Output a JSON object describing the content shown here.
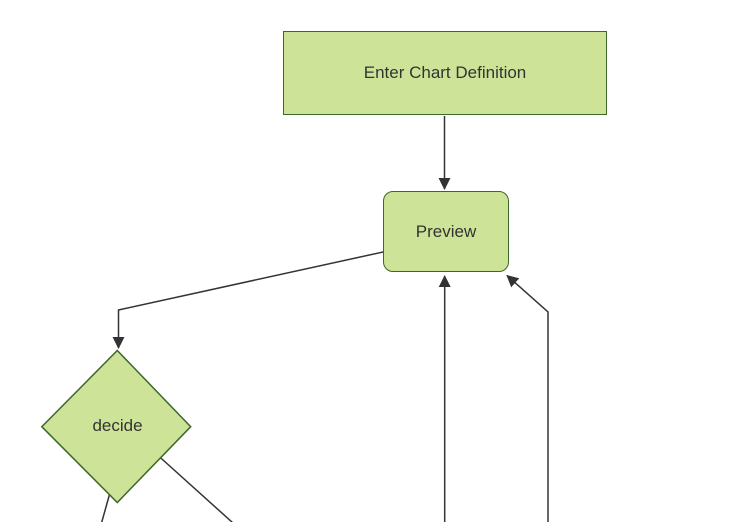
{
  "diagram": {
    "type": "flowchart",
    "direction": "top-down",
    "background": "#ffffff",
    "colors": {
      "node_fill": "#cde498",
      "node_border": "#3f672a",
      "edge_line": "#333333",
      "arrowhead": "#333333",
      "label_text": "#333333"
    },
    "nodes": [
      {
        "id": "enter",
        "label": "Enter Chart Definition",
        "shape": "rectangle"
      },
      {
        "id": "preview",
        "label": "Preview",
        "shape": "rounded-rectangle"
      },
      {
        "id": "decide",
        "label": "decide",
        "shape": "diamond"
      }
    ],
    "edges": [
      {
        "from": "enter",
        "to": "preview",
        "arrowhead": true
      },
      {
        "from": "preview",
        "to": "decide",
        "arrowhead": true
      },
      {
        "from": "offscreen-bottom",
        "to": "preview",
        "arrowhead": true
      },
      {
        "from": "offscreen-bottom-right",
        "to": "preview",
        "arrowhead": true
      },
      {
        "from": "decide",
        "to": "offscreen-bottom-left",
        "arrowhead": false
      },
      {
        "from": "decide",
        "to": "offscreen-bottom-right",
        "arrowhead": false
      }
    ]
  }
}
